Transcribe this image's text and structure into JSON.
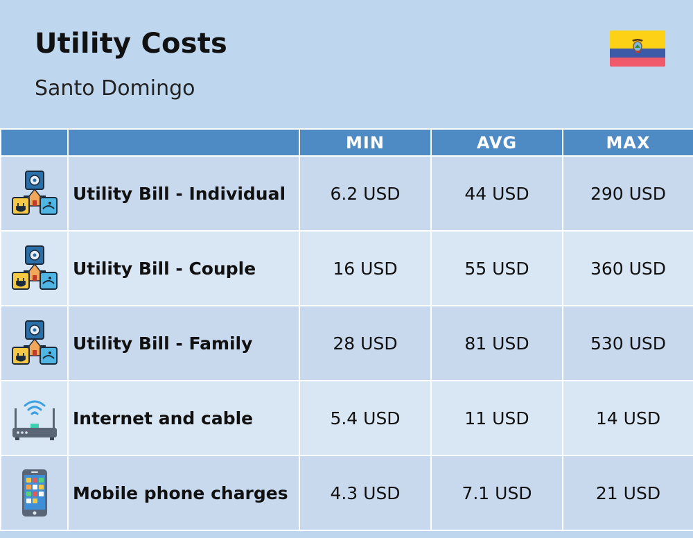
{
  "header": {
    "title": "Utility Costs",
    "subtitle": "Santo Domingo",
    "flag_icon": "ecuador-flag-icon"
  },
  "table": {
    "columns": [
      "",
      "",
      "MIN",
      "AVG",
      "MAX"
    ],
    "rows": [
      {
        "icon": "utilities-icon",
        "label": "Utility Bill - Individual",
        "min": "6.2 USD",
        "avg": "44 USD",
        "max": "290 USD"
      },
      {
        "icon": "utilities-icon",
        "label": "Utility Bill - Couple",
        "min": "16 USD",
        "avg": "55 USD",
        "max": "360 USD"
      },
      {
        "icon": "utilities-icon",
        "label": "Utility Bill - Family",
        "min": "28 USD",
        "avg": "81 USD",
        "max": "530 USD"
      },
      {
        "icon": "router-icon",
        "label": "Internet and cable",
        "min": "5.4 USD",
        "avg": "11 USD",
        "max": "14 USD"
      },
      {
        "icon": "smartphone-icon",
        "label": "Mobile phone charges",
        "min": "4.3 USD",
        "avg": "7.1 USD",
        "max": "21 USD"
      }
    ]
  },
  "colors": {
    "background": "#bed7ee",
    "header_row": "#4e8ac4",
    "row_odd": "#c8d9ee",
    "row_even": "#d9e6f4"
  }
}
